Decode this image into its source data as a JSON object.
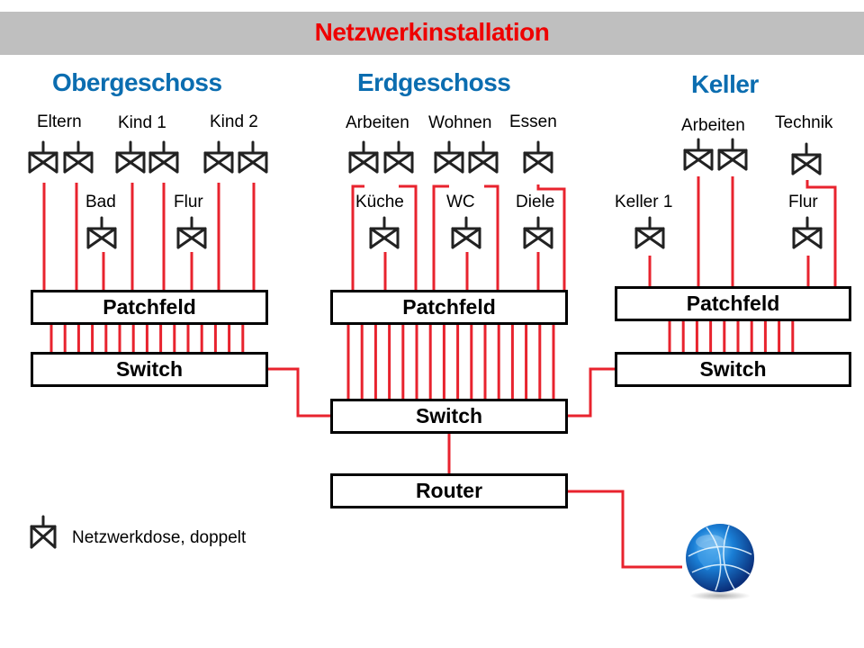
{
  "title": "Netzwerkinstallation",
  "colors": {
    "title_text": "#ee0000",
    "title_bar": "#bfbfbf",
    "floor_title": "#0b6db0",
    "cable": "#e8232e",
    "device_border": "#000000"
  },
  "floors": [
    {
      "name": "Obergeschoss",
      "rooms_top": [
        "Eltern",
        "Kind 1",
        "Kind 2"
      ],
      "rooms_bottom": [
        "Bad",
        "Flur"
      ],
      "patchpanel_label": "Patchfeld",
      "switch_label": "Switch",
      "patch_links": 15
    },
    {
      "name": "Erdgeschoss",
      "rooms_top": [
        "Arbeiten",
        "Wohnen",
        "Essen"
      ],
      "rooms_bottom": [
        "Küche",
        "WC",
        "Diele"
      ],
      "patchpanel_label": "Patchfeld",
      "switch_label": "Switch",
      "patch_links": 16
    },
    {
      "name": "Keller",
      "rooms_top": [
        "Arbeiten",
        "Technik"
      ],
      "rooms_bottom": [
        "Keller 1",
        "Flur"
      ],
      "patchpanel_label": "Patchfeld",
      "switch_label": "Switch",
      "patch_links": 10
    }
  ],
  "router_label": "Router",
  "legend": {
    "icon": "network-socket-icon",
    "label": "Netzwerkdose, doppelt"
  },
  "internet_icon": "globe-icon"
}
